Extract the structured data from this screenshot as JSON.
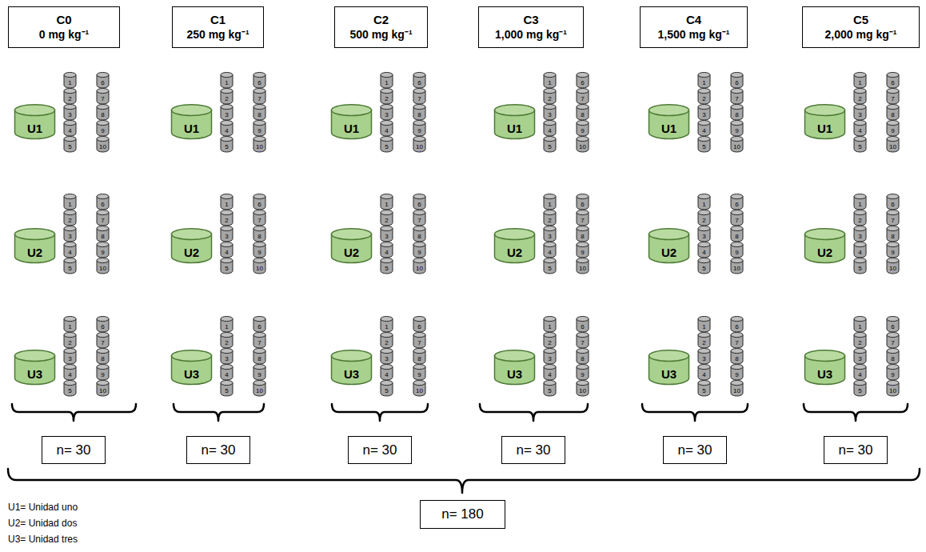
{
  "diagram": {
    "nodes": [
      {
        "text": [
          "C0",
          "0 mg kg⁻¹"
        ]
      },
      {
        "text": [
          "C1",
          "250 mg kg⁻¹"
        ]
      },
      {
        "text": [
          "C2",
          "500 mg kg⁻¹"
        ]
      },
      {
        "text": [
          "C3",
          "1,000 mg kg⁻¹"
        ]
      },
      {
        "text": [
          "C4",
          "1,500 mg kg⁻¹"
        ]
      },
      {
        "text": [
          "C5",
          "2,000 mg kg⁻¹"
        ]
      },
      {
        "text": [
          "U1"
        ]
      },
      {
        "text": [
          "1"
        ]
      },
      {
        "text": [
          "2"
        ]
      },
      {
        "text": [
          "3"
        ]
      },
      {
        "text": [
          "4"
        ]
      },
      {
        "text": [
          "5"
        ]
      },
      {
        "text": [
          "6"
        ]
      },
      {
        "text": [
          "7"
        ]
      },
      {
        "text": [
          "8"
        ]
      },
      {
        "text": [
          "9"
        ]
      },
      {
        "text": [
          "10"
        ]
      },
      {
        "text": [
          "U2"
        ]
      },
      {
        "text": [
          "1"
        ]
      },
      {
        "text": [
          "2"
        ]
      },
      {
        "text": [
          "3"
        ]
      },
      {
        "text": [
          "4"
        ]
      },
      {
        "text": [
          "5"
        ]
      },
      {
        "text": [
          "6"
        ]
      },
      {
        "text": [
          "7"
        ]
      },
      {
        "text": [
          "8"
        ]
      },
      {
        "text": [
          "9"
        ]
      },
      {
        "text": [
          "10"
        ]
      },
      {
        "text": [
          "U3"
        ]
      },
      {
        "text": [
          "1"
        ]
      },
      {
        "text": [
          "2"
        ]
      },
      {
        "text": [
          "3"
        ]
      },
      {
        "text": [
          "4"
        ]
      },
      {
        "text": [
          "5"
        ]
      },
      {
        "text": [
          "6"
        ]
      },
      {
        "text": [
          "7"
        ]
      },
      {
        "text": [
          "8"
        ]
      },
      {
        "text": [
          "9"
        ]
      },
      {
        "text": [
          "10"
        ]
      },
      {
        "text": [
          "U1"
        ]
      },
      {
        "text": [
          "1"
        ]
      },
      {
        "text": [
          "2"
        ]
      },
      {
        "text": [
          "3"
        ]
      },
      {
        "text": [
          "4"
        ]
      },
      {
        "text": [
          "5"
        ]
      },
      {
        "text": [
          "6"
        ]
      },
      {
        "text": [
          "7"
        ]
      },
      {
        "text": [
          "8"
        ]
      },
      {
        "text": [
          "9"
        ]
      },
      {
        "text": [
          "10"
        ]
      },
      {
        "text": [
          "U2"
        ]
      },
      {
        "text": [
          "1"
        ]
      },
      {
        "text": [
          "2"
        ]
      },
      {
        "text": [
          "3"
        ]
      },
      {
        "text": [
          "4"
        ]
      },
      {
        "text": [
          "5"
        ]
      },
      {
        "text": [
          "6"
        ]
      },
      {
        "text": [
          "7"
        ]
      },
      {
        "text": [
          "8"
        ]
      },
      {
        "text": [
          "9"
        ]
      },
      {
        "text": [
          "10"
        ]
      },
      {
        "text": [
          "U3"
        ]
      },
      {
        "text": [
          "1"
        ]
      },
      {
        "text": [
          "2"
        ]
      },
      {
        "text": [
          "3"
        ]
      },
      {
        "text": [
          "4"
        ]
      },
      {
        "text": [
          "5"
        ]
      },
      {
        "text": [
          "6"
        ]
      },
      {
        "text": [
          "7"
        ]
      },
      {
        "text": [
          "8"
        ]
      },
      {
        "text": [
          "9"
        ]
      },
      {
        "text": [
          "10"
        ]
      },
      {
        "text": [
          "U1"
        ]
      },
      {
        "text": [
          "1"
        ]
      },
      {
        "text": [
          "2"
        ]
      },
      {
        "text": [
          "3"
        ]
      },
      {
        "text": [
          "4"
        ]
      },
      {
        "text": [
          "5"
        ]
      },
      {
        "text": [
          "6"
        ]
      },
      {
        "text": [
          "7"
        ]
      },
      {
        "text": [
          "8"
        ]
      },
      {
        "text": [
          "9"
        ]
      },
      {
        "text": [
          "10"
        ]
      },
      {
        "text": [
          "U2"
        ]
      },
      {
        "text": [
          "1"
        ]
      },
      {
        "text": [
          "2"
        ]
      },
      {
        "text": [
          "3"
        ]
      },
      {
        "text": [
          "4"
        ]
      },
      {
        "text": [
          "5"
        ]
      },
      {
        "text": [
          "6"
        ]
      },
      {
        "text": [
          "7"
        ]
      },
      {
        "text": [
          "8"
        ]
      },
      {
        "text": [
          "9"
        ]
      },
      {
        "text": [
          "10"
        ]
      },
      {
        "text": [
          "U3"
        ]
      },
      {
        "text": [
          "1"
        ]
      },
      {
        "text": [
          "2"
        ]
      },
      {
        "text": [
          "3"
        ]
      },
      {
        "text": [
          "4"
        ]
      },
      {
        "text": [
          "5"
        ]
      },
      {
        "text": [
          "6"
        ]
      },
      {
        "text": [
          "7"
        ]
      },
      {
        "text": [
          "8"
        ]
      },
      {
        "text": [
          "9"
        ]
      },
      {
        "text": [
          "10"
        ]
      },
      {
        "text": [
          "U1"
        ]
      },
      {
        "text": [
          "1"
        ]
      },
      {
        "text": [
          "2"
        ]
      },
      {
        "text": [
          "3"
        ]
      },
      {
        "text": [
          "4"
        ]
      },
      {
        "text": [
          "5"
        ]
      },
      {
        "text": [
          "6"
        ]
      },
      {
        "text": [
          "7"
        ]
      },
      {
        "text": [
          "8"
        ]
      },
      {
        "text": [
          "9"
        ]
      },
      {
        "text": [
          "10"
        ]
      },
      {
        "text": [
          "U2"
        ]
      },
      {
        "text": [
          "1"
        ]
      },
      {
        "text": [
          "2"
        ]
      },
      {
        "text": [
          "3"
        ]
      },
      {
        "text": [
          "4"
        ]
      },
      {
        "text": [
          "5"
        ]
      },
      {
        "text": [
          "6"
        ]
      },
      {
        "text": [
          "7"
        ]
      },
      {
        "text": [
          "8"
        ]
      },
      {
        "text": [
          "9"
        ]
      },
      {
        "text": [
          "10"
        ]
      },
      {
        "text": [
          "U3"
        ]
      },
      {
        "text": [
          "1"
        ]
      },
      {
        "text": [
          "2"
        ]
      },
      {
        "text": [
          "3"
        ]
      },
      {
        "text": [
          "4"
        ]
      },
      {
        "text": [
          "5"
        ]
      },
      {
        "text": [
          "6"
        ]
      },
      {
        "text": [
          "7"
        ]
      },
      {
        "text": [
          "8"
        ]
      },
      {
        "text": [
          "9"
        ]
      },
      {
        "text": [
          "10"
        ]
      },
      {
        "text": [
          "U1"
        ]
      },
      {
        "text": [
          "1"
        ]
      },
      {
        "text": [
          "2"
        ]
      },
      {
        "text": [
          "3"
        ]
      },
      {
        "text": [
          "4"
        ]
      },
      {
        "text": [
          "5"
        ]
      },
      {
        "text": [
          "6"
        ]
      },
      {
        "text": [
          "7"
        ]
      },
      {
        "text": [
          "8"
        ]
      },
      {
        "text": [
          "9"
        ]
      },
      {
        "text": [
          "10"
        ]
      },
      {
        "text": [
          "U2"
        ]
      },
      {
        "text": [
          "1"
        ]
      },
      {
        "text": [
          "2"
        ]
      },
      {
        "text": [
          "3"
        ]
      },
      {
        "text": [
          "4"
        ]
      },
      {
        "text": [
          "5"
        ]
      },
      {
        "text": [
          "6"
        ]
      },
      {
        "text": [
          "7"
        ]
      },
      {
        "text": [
          "8"
        ]
      },
      {
        "text": [
          "9"
        ]
      },
      {
        "text": [
          "10"
        ]
      },
      {
        "text": [
          "U3"
        ]
      },
      {
        "text": [
          "1"
        ]
      },
      {
        "text": [
          "2"
        ]
      },
      {
        "text": [
          "3"
        ]
      },
      {
        "text": [
          "4"
        ]
      },
      {
        "text": [
          "5"
        ]
      },
      {
        "text": [
          "6"
        ]
      },
      {
        "text": [
          "7"
        ]
      },
      {
        "text": [
          "8"
        ]
      },
      {
        "text": [
          "9"
        ]
      },
      {
        "text": [
          "10"
        ]
      },
      {
        "text": [
          "U1"
        ]
      },
      {
        "text": [
          "1"
        ]
      },
      {
        "text": [
          "2"
        ]
      },
      {
        "text": [
          "3"
        ]
      },
      {
        "text": [
          "4"
        ]
      },
      {
        "text": [
          "5"
        ]
      },
      {
        "text": [
          "6"
        ]
      },
      {
        "text": [
          "7"
        ]
      },
      {
        "text": [
          "8"
        ]
      },
      {
        "text": [
          "9"
        ]
      },
      {
        "text": [
          "10"
        ]
      },
      {
        "text": [
          "U2"
        ]
      },
      {
        "text": [
          "1"
        ]
      },
      {
        "text": [
          "2"
        ]
      },
      {
        "text": [
          "3"
        ]
      },
      {
        "text": [
          "4"
        ]
      },
      {
        "text": [
          "5"
        ]
      },
      {
        "text": [
          "6"
        ]
      },
      {
        "text": [
          "7"
        ]
      },
      {
        "text": [
          "8"
        ]
      },
      {
        "text": [
          "9"
        ]
      },
      {
        "text": [
          "10"
        ]
      },
      {
        "text": [
          "U3"
        ]
      },
      {
        "text": [
          "1"
        ]
      },
      {
        "text": [
          "2"
        ]
      },
      {
        "text": [
          "3"
        ]
      },
      {
        "text": [
          "4"
        ]
      },
      {
        "text": [
          "5"
        ]
      },
      {
        "text": [
          "6"
        ]
      },
      {
        "text": [
          "7"
        ]
      },
      {
        "text": [
          "8"
        ]
      },
      {
        "text": [
          "9"
        ]
      },
      {
        "text": [
          "10"
        ]
      },
      {
        "text": [
          "n= 30"
        ]
      },
      {
        "text": [
          "n= 30"
        ]
      },
      {
        "text": [
          "n= 30"
        ]
      },
      {
        "text": [
          "n= 30"
        ]
      },
      {
        "text": [
          "n= 30"
        ]
      },
      {
        "text": [
          "n= 30"
        ]
      },
      {
        "text": [
          "n= 180"
        ]
      }
    ],
    "labels": [
      "U1= Unidad uno",
      "U2= Unidad dos",
      "U3= Unidad tres"
    ]
  }
}
